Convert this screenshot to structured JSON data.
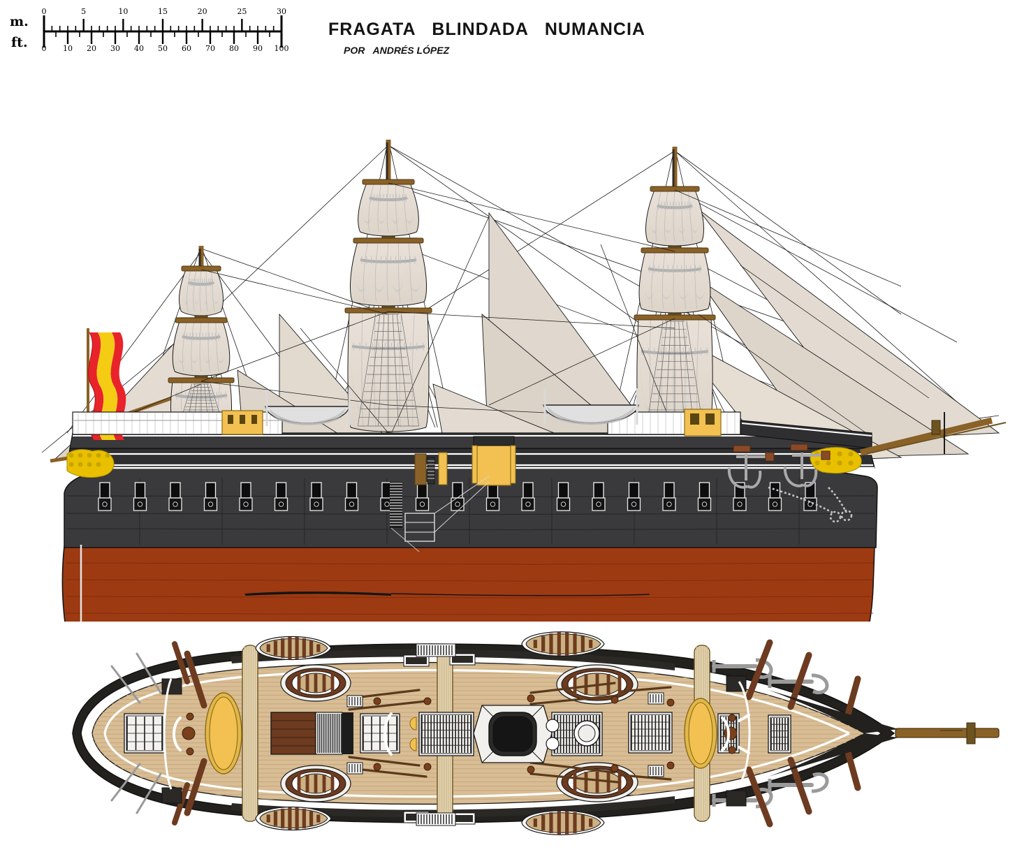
{
  "title": {
    "main": "FRAGATA   BLINDADA   NUMANCIA",
    "subtitle": "POR   ANDRÉS LÓPEZ"
  },
  "scale": {
    "unit_top_label": "m.",
    "unit_bottom_label": "ft.",
    "meters_ticks": [
      "0",
      "5",
      "10",
      "15",
      "20",
      "25",
      "30"
    ],
    "feet_ticks": [
      "0",
      "10",
      "20",
      "30",
      "40",
      "50",
      "60",
      "70",
      "80",
      "90",
      "100"
    ],
    "meters_max": 30,
    "feet_max": 100
  },
  "views": {
    "elevation": {
      "name": "starboard side elevation"
    },
    "plan": {
      "name": "deck plan from above"
    }
  },
  "ship": {
    "name": "Numancia",
    "type": "Fragata blindada (armoured frigate)",
    "masts": [
      "mizzen",
      "main",
      "fore"
    ],
    "gun_ports_per_side": 22,
    "boats_on_deck": 8,
    "flag": "Spanish naval ensign"
  },
  "colors": {
    "hull_armour": "#3a3a3c",
    "hull_armour_dark": "#2f2f31",
    "hull_below_waterline": "#9d3a12",
    "hull_below_dark": "#8a3210",
    "waterline_stripe": "#ffffff",
    "deck_planking": "#d8bd95",
    "deck_planking_dark": "#c9a97f",
    "sail_canvas": "#e6ddd3",
    "sail_shadow": "#c6c6c6",
    "spar_brown": "#8a6127",
    "funnel_yellow": "#f2c152",
    "gold_ornament": "#e8c000",
    "flag_red": "#e8232a",
    "flag_yellow": "#f5cc14",
    "boat_interior": "#cdb183",
    "boat_thwart": "#6d3b20",
    "rigging_line": "#1a1a1a",
    "background": "#ffffff"
  }
}
